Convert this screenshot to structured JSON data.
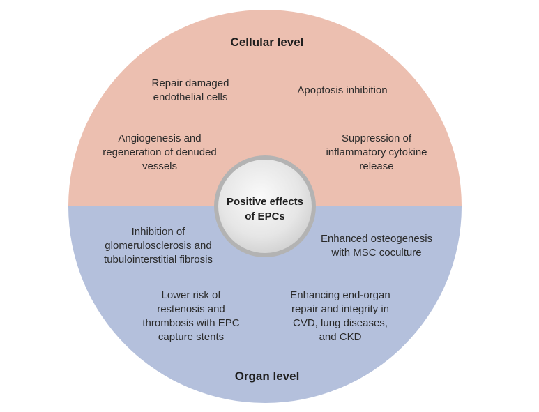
{
  "top_half": {
    "heading": "Cellular level",
    "fill_color": "#ecbfb0",
    "items": [
      "Repair damaged\nendothelial cells",
      "Apoptosis inhibition",
      "Angiogenesis and\nregeneration of denuded\nvessels",
      "Suppression of\ninflammatory cytokine\nrelease"
    ]
  },
  "bottom_half": {
    "heading": "Organ level",
    "fill_color": "#b4c0dc",
    "items": [
      "Inhibition of\nglomerulosclerosis and\ntubulointerstitial fibrosis",
      "Enhanced osteogenesis\nwith MSC coculture",
      "Lower risk of\nrestenosis and\nthrombosis with EPC\ncapture stents",
      "Enhancing end-organ\nrepair and integrity in\nCVD, lung diseases,\nand CKD"
    ]
  },
  "center": {
    "label": "Positive effects\nof EPCs"
  }
}
